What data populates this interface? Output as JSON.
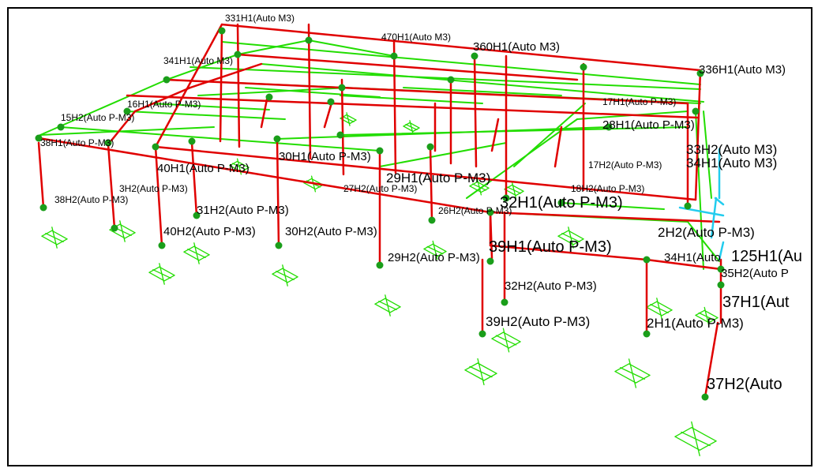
{
  "colors": {
    "beam": "#e00000",
    "column": "#e00000",
    "brace": "#22dd00",
    "hinge": "#22dd00",
    "node": "#1a9e1a",
    "selection": "#22ccee"
  },
  "hinge_labels": [
    "331H1(Auto M3)",
    "470H1(Auto M3)",
    "360H1(Auto M3)",
    "336H1(Auto M3)",
    "341H1(Auto M3)",
    "17H1(Auto P-M3)",
    "16H1(Auto P-M3)",
    "15H2(Auto P-M3)",
    "38H1(Auto P-M3)",
    "30H1(Auto P-M3)",
    "40H1(Auto P-M3)",
    "28H1(Auto P-M3)",
    "27H2(Auto P-M3)",
    "26H2(Auto P-M3)",
    "38H2(Auto P-M3)",
    "3H2(Auto P-M3)",
    "31H2(Auto P-M3)",
    "40H2(Auto P-M3)",
    "30H2(Auto P-M3)",
    "29H1(Auto P-M3)",
    "29H2(Auto P-M3)",
    "32H1(Auto P-M3)",
    "18H2(Auto P-M3)",
    "17H2(Auto P-M3)",
    "33H2(Auto M3)",
    "34H1(Auto M3)",
    "2H2(Auto P-M3)",
    "39H1(Auto P-M3)",
    "34H1(Auto",
    "125H1(Au",
    "35H2(Auto P",
    "32H2(Auto P-M3)",
    "37H1(Aut",
    "39H2(Auto P-M3)",
    "2H1(Auto P-M3)",
    "37H2(Auto"
  ]
}
